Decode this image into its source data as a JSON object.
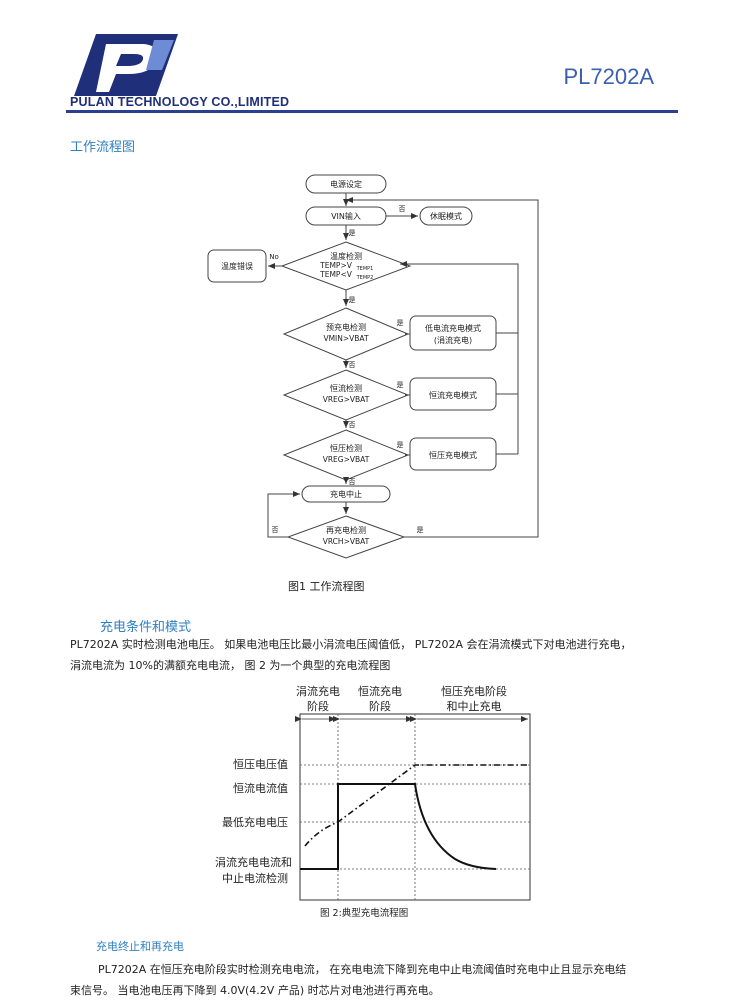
{
  "header": {
    "company": "PULAN TECHNOLOGY CO.,LIMITED",
    "part_number": "PL7202A",
    "logo_color": "#1f2f7a"
  },
  "section1": {
    "title": "工作流程图"
  },
  "flowchart": {
    "power_on": "电源设定",
    "vin_input": "VIN输入",
    "sleep_mode": "休眠模式",
    "temp_error": "温度错误",
    "temp_check": "温度检测",
    "temp_cond1": "TEMP>V",
    "temp_sub1": "TEMP1",
    "temp_cond2": "TEMP<V",
    "temp_sub2": "TEMP2",
    "precharge_check": "预充电检测",
    "precharge_cond": "VMIN>VBAT",
    "low_current_mode": "低电流充电模式",
    "trickle_charge": "(涓流充电)",
    "cc_check": "恒流检测",
    "cc_cond": "VREG>VBAT",
    "cc_mode": "恒流充电模式",
    "cv_check": "恒压检测",
    "cv_cond": "VREG>VBAT",
    "cv_mode": "恒压充电模式",
    "charge_stop": "充电中止",
    "recharge_check": "再充电检测",
    "recharge_cond": "VRCH>VBAT",
    "yes": "是",
    "no": "否",
    "no_en": "No"
  },
  "figure1_caption": "图1 工作流程图",
  "section2": {
    "title": "充电条件和模式",
    "para_line1": "PL7202A 实时检测电池电压。 如果电池电压比最小涓流电压阈值低，  PL7202A 会在涓流模式下对电池进行充电，",
    "para_line2": "涓流电流为  10%的满额充电电流，   图 2 为一个典型的充电流程图"
  },
  "profile": {
    "phase1": [
      "涓流充电",
      "阶段"
    ],
    "phase2": [
      "恒流充电",
      "阶段"
    ],
    "phase3": [
      "恒压充电阶段",
      "和中止充电"
    ],
    "label_cv": "恒压电压值",
    "label_cc": "恒流电流值",
    "label_min": "最低充电电压",
    "label_trickle": [
      "涓流充电电流和",
      "中止电流检测"
    ],
    "caption": "图 2:典型充电流程图"
  },
  "section3": {
    "title": "充电终止和再充电",
    "para_line1": "PL7202A 在恒压充电阶段实时检测充电电流，  在充电电流下降到充电中止电流阈值时充电中止且显示充电结",
    "para_line2": "束信号。 当电池电压再下降到  4.0V(4.2V 产品) 时芯片对电池进行再充电。"
  }
}
